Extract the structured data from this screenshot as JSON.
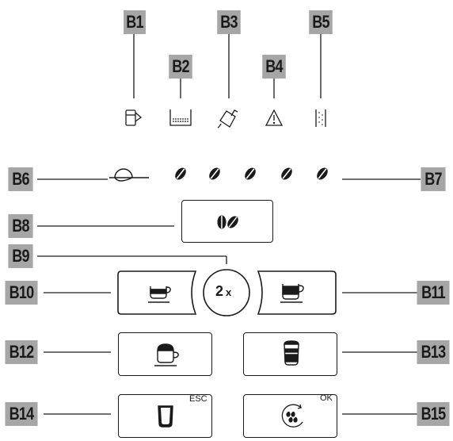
{
  "callouts": {
    "b1": "B1",
    "b2": "B2",
    "b3": "B3",
    "b4": "B4",
    "b5": "B5",
    "b6": "B6",
    "b7": "B7",
    "b8": "B8",
    "b9": "B9",
    "b10": "B10",
    "b11": "B11",
    "b12": "B12",
    "b13": "B13",
    "b14": "B14",
    "b15": "B15"
  },
  "buttons": {
    "double_cup_number": "2",
    "double_cup_suffix": "x",
    "esc_label": "ESC",
    "ok_label": "OK"
  },
  "icons": {
    "status_row": [
      "milk-container-icon",
      "drip-tray-icon",
      "descale-icon",
      "warning-icon",
      "water-filter-icon"
    ],
    "strength_row": [
      "pre-ground-coffee-icon",
      "bean-icon",
      "bean-icon",
      "bean-icon",
      "bean-icon",
      "bean-icon"
    ],
    "aroma_button": "two-beans-icon",
    "small_cup": "small-cup-icon",
    "large_cup": "large-cup-icon",
    "cappuccino": "cappuccino-cup-icon",
    "latte": "latte-glass-icon",
    "hot_water": "hot-water-glass-icon",
    "rinse": "rinse-cycle-icon"
  },
  "colors": {
    "label_bg": "#a6a6a6",
    "line": "#1a1a1a",
    "background": "#ffffff"
  }
}
